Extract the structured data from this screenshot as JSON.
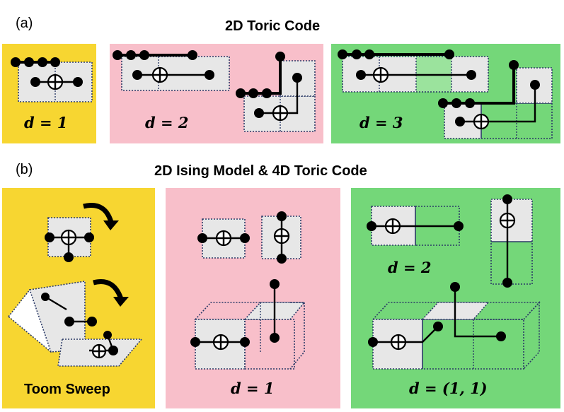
{
  "part_a": {
    "tag": "(a)",
    "title": "2D Toric Code",
    "panels": [
      {
        "label": "d = 1"
      },
      {
        "label": "d = 2"
      },
      {
        "label": "d = 3"
      }
    ]
  },
  "part_b": {
    "tag": "(b)",
    "title": "2D Ising Model & 4D Toric Code",
    "panels": [
      {
        "label": "Toom Sweep"
      },
      {
        "label": "d = 1"
      },
      {
        "label": "d = (1, 1)",
        "inner_label": "d = 2"
      }
    ]
  },
  "colors": {
    "yellow": "#f7d631",
    "pink": "#f8bfca",
    "green": "#74d779",
    "cell_fill": "#e7e7e7",
    "cell_border": "#2b3a67",
    "ink": "#000000"
  }
}
